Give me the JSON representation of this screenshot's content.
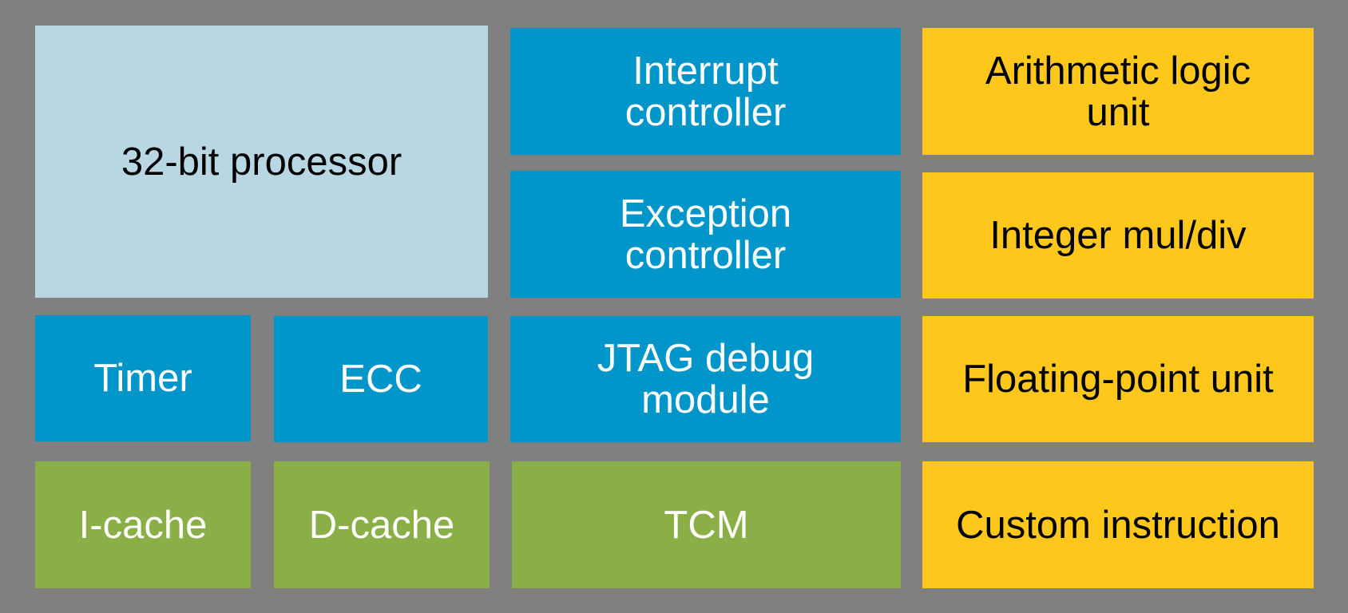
{
  "colors": {
    "background": "#808080",
    "processor": "#B9D7E3",
    "control": "#0096CA",
    "compute": "#FDC81B",
    "memory": "#8BAF47"
  },
  "blocks": {
    "processor": "32-bit processor",
    "interrupt_controller": "Interrupt\ncontroller",
    "exception_controller": "Exception\ncontroller",
    "jtag_debug_module": "JTAG debug\nmodule",
    "timer": "Timer",
    "ecc": "ECC",
    "icache": "I-cache",
    "dcache": "D-cache",
    "tcm": "TCM",
    "alu": "Arithmetic logic\nunit",
    "integer_mul_div": "Integer mul/div",
    "fpu": "Floating-point unit",
    "custom_instruction": "Custom instruction"
  }
}
